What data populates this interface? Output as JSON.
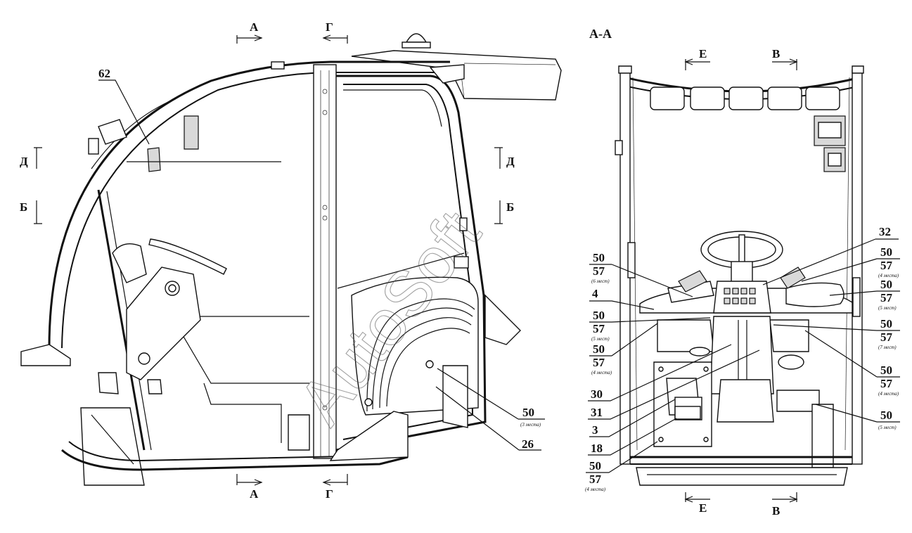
{
  "watermark": "AutoSoft",
  "left_view": {
    "section_markers": {
      "a_top": "А",
      "a_bottom": "А",
      "g_top": "Г",
      "g_bottom": "Г",
      "d_left": "Д",
      "d_right": "Д",
      "b_left": "Б",
      "b_right": "Б"
    },
    "callouts": {
      "c62": "62",
      "c50": "50",
      "c50_note": "(3 места)",
      "c26": "26"
    }
  },
  "right_view": {
    "title": "А-А",
    "section_markers": {
      "e_top": "Е",
      "v_top": "В",
      "e_bottom": "Е",
      "v_bottom": "В"
    },
    "callouts": {
      "c32": "32",
      "c4": "4",
      "c30": "30",
      "c31": "31",
      "c3": "3",
      "c18": "18",
      "l1_top": "50",
      "l1_bottom": "57",
      "l1_note": "(6 мест)",
      "l2_top": "50",
      "l2_bottom": "57",
      "l2_note": "(5 мест)",
      "l3_top": "50",
      "l3_bottom": "57",
      "l3_note": "(4 места)",
      "l4_top": "50",
      "l4_bottom": "57",
      "l4_note": "(4 места)",
      "r1_top": "50",
      "r1_bottom": "57",
      "r1_note": "(4 места)",
      "r2_top": "50",
      "r2_bottom": "57",
      "r2_note": "(5 мест)",
      "r3_top": "50",
      "r3_bottom": "57",
      "r3_note": "(7 мест)",
      "r4_top": "50",
      "r4_bottom": "57",
      "r4_note": "(4 места)",
      "r5_top": "50",
      "r5_note": "(5 мест)"
    }
  }
}
